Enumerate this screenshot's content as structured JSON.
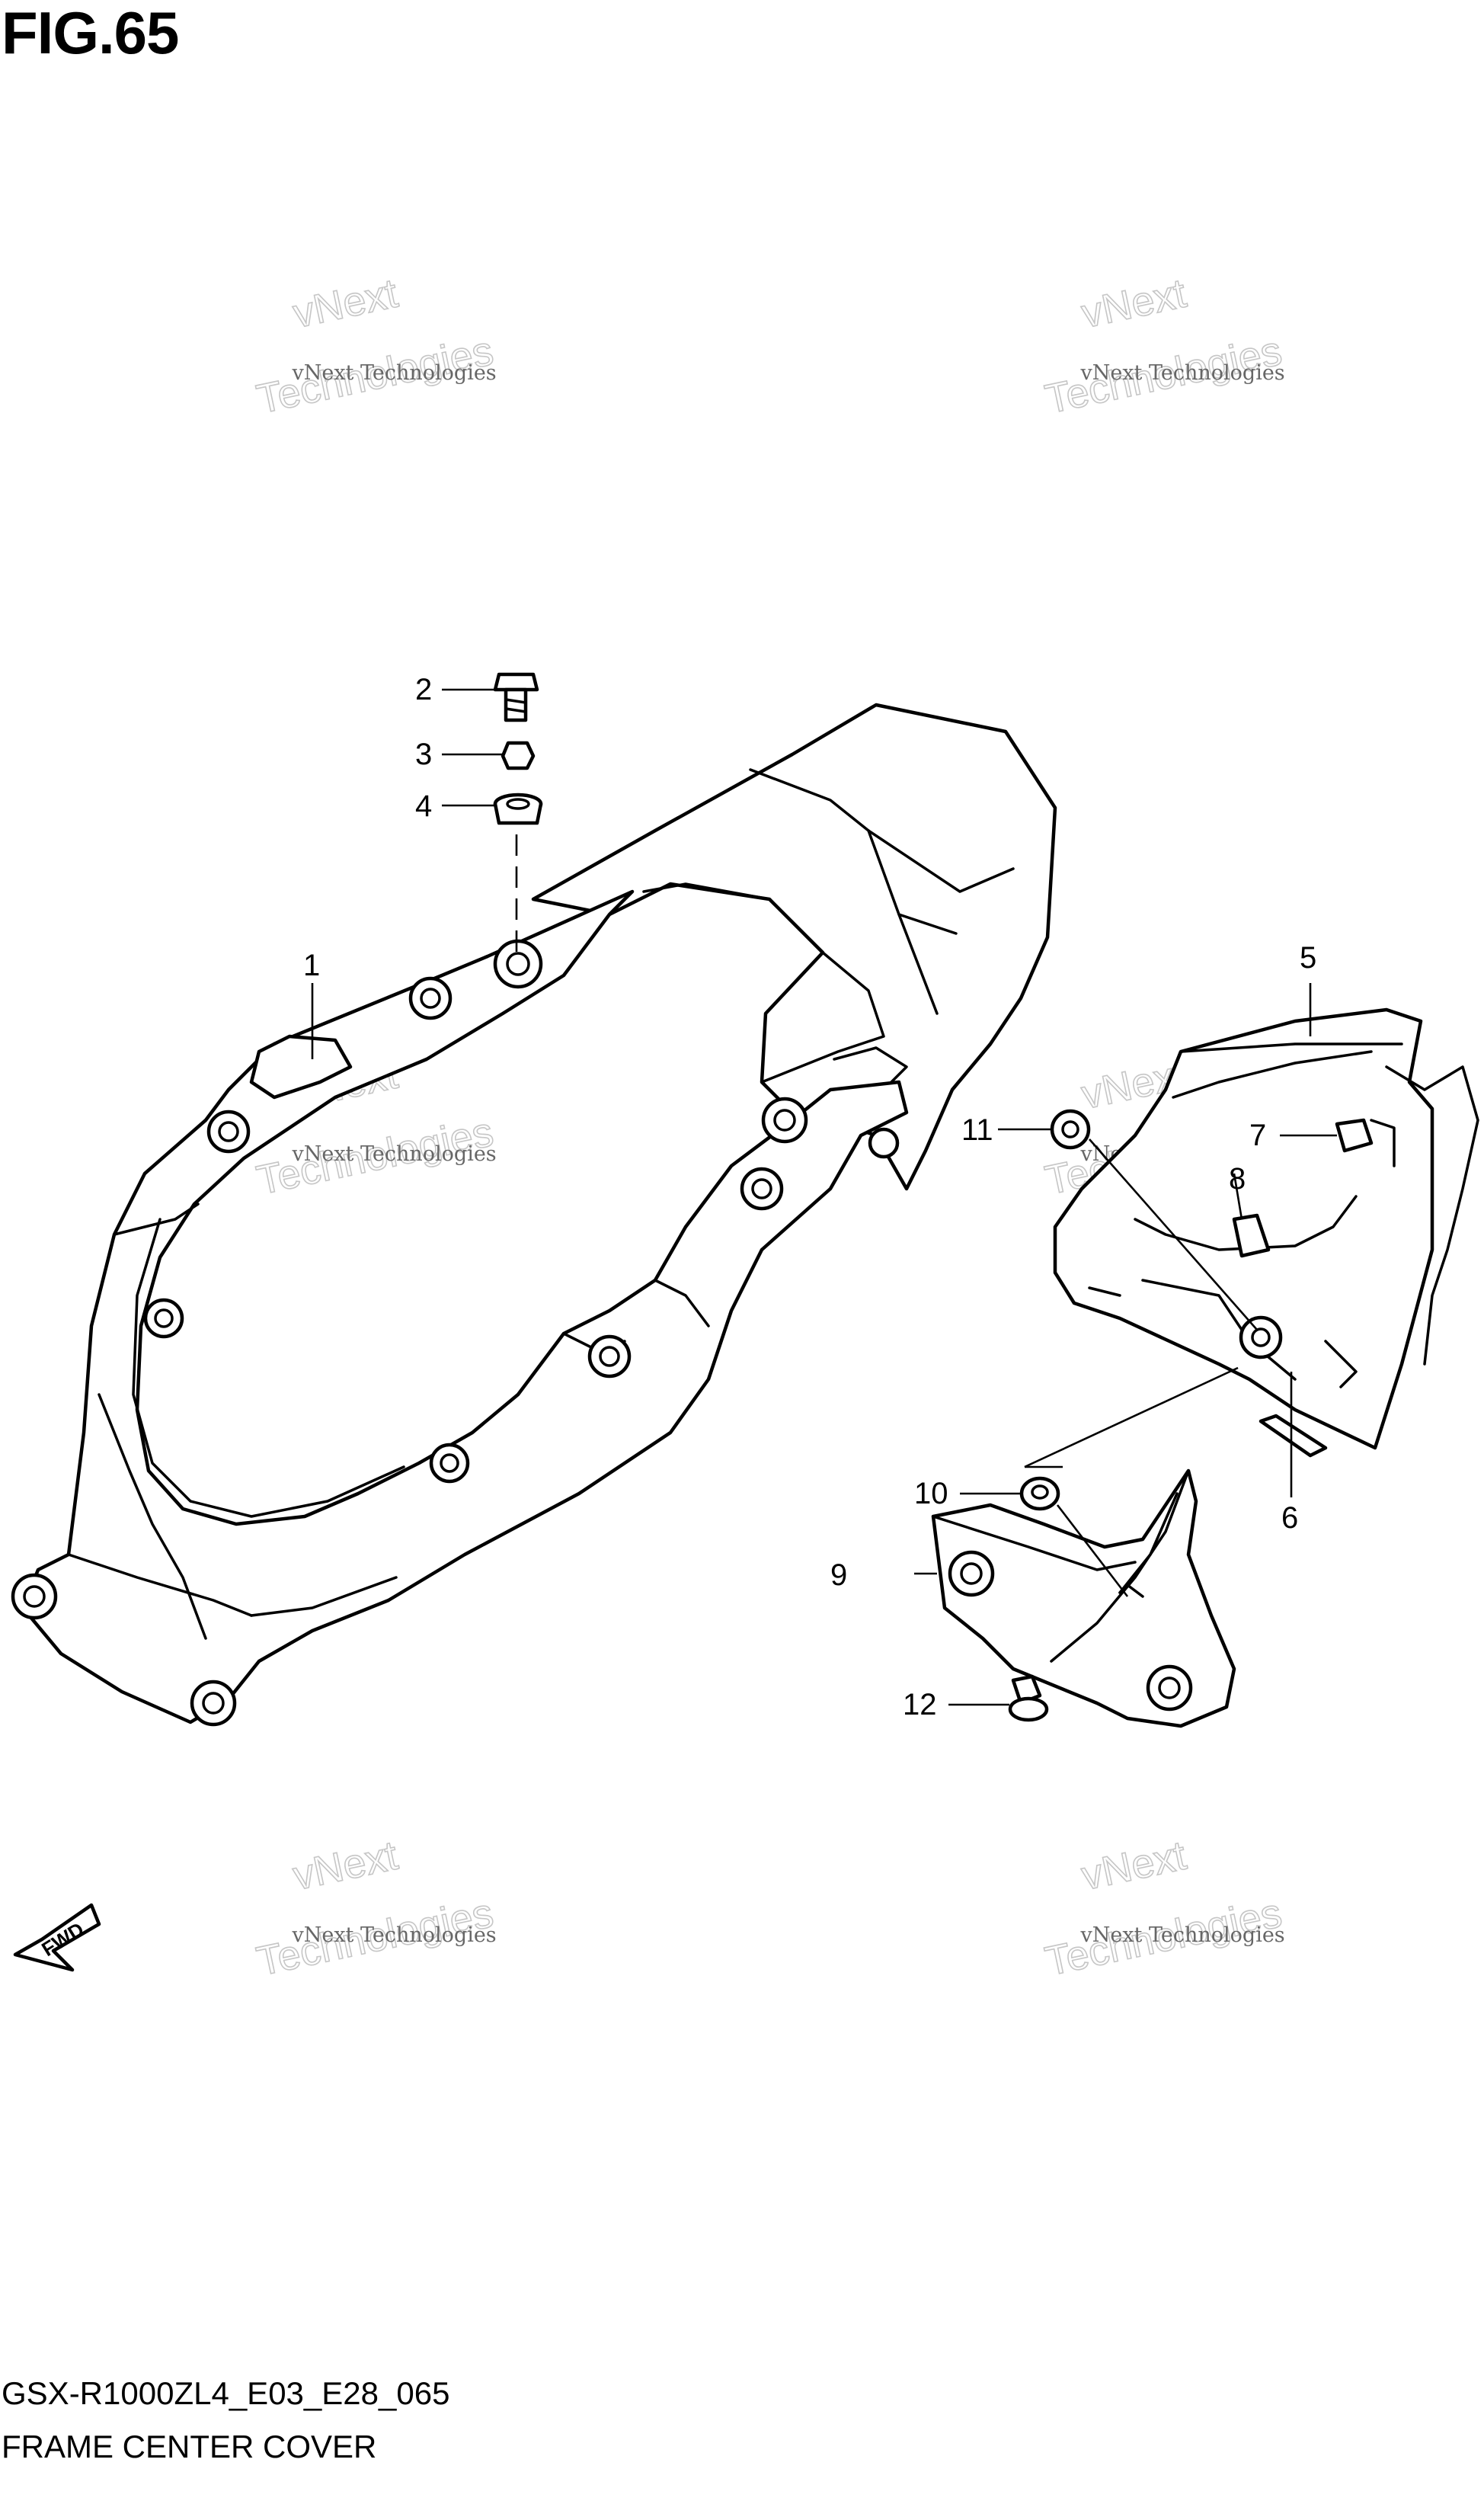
{
  "figure": {
    "title": "FIG.65",
    "model_code": "GSX-R1000ZL4_E03_E28_065",
    "part_group": "FRAME CENTER COVER"
  },
  "callouts": [
    {
      "id": "1",
      "label": "1"
    },
    {
      "id": "2",
      "label": "2"
    },
    {
      "id": "3",
      "label": "3"
    },
    {
      "id": "4",
      "label": "4"
    },
    {
      "id": "5",
      "label": "5"
    },
    {
      "id": "6",
      "label": "6"
    },
    {
      "id": "7",
      "label": "7"
    },
    {
      "id": "8",
      "label": "8"
    },
    {
      "id": "9",
      "label": "9"
    },
    {
      "id": "10",
      "label": "10"
    },
    {
      "id": "11",
      "label": "11"
    },
    {
      "id": "12",
      "label": "12"
    }
  ],
  "watermark": {
    "line_small": "vNext Technologies",
    "line_big_1": "vNext",
    "line_big_2": "Technologies"
  },
  "direction_badge": {
    "label": "FWD",
    "icon": "fwd-arrow-icon"
  }
}
